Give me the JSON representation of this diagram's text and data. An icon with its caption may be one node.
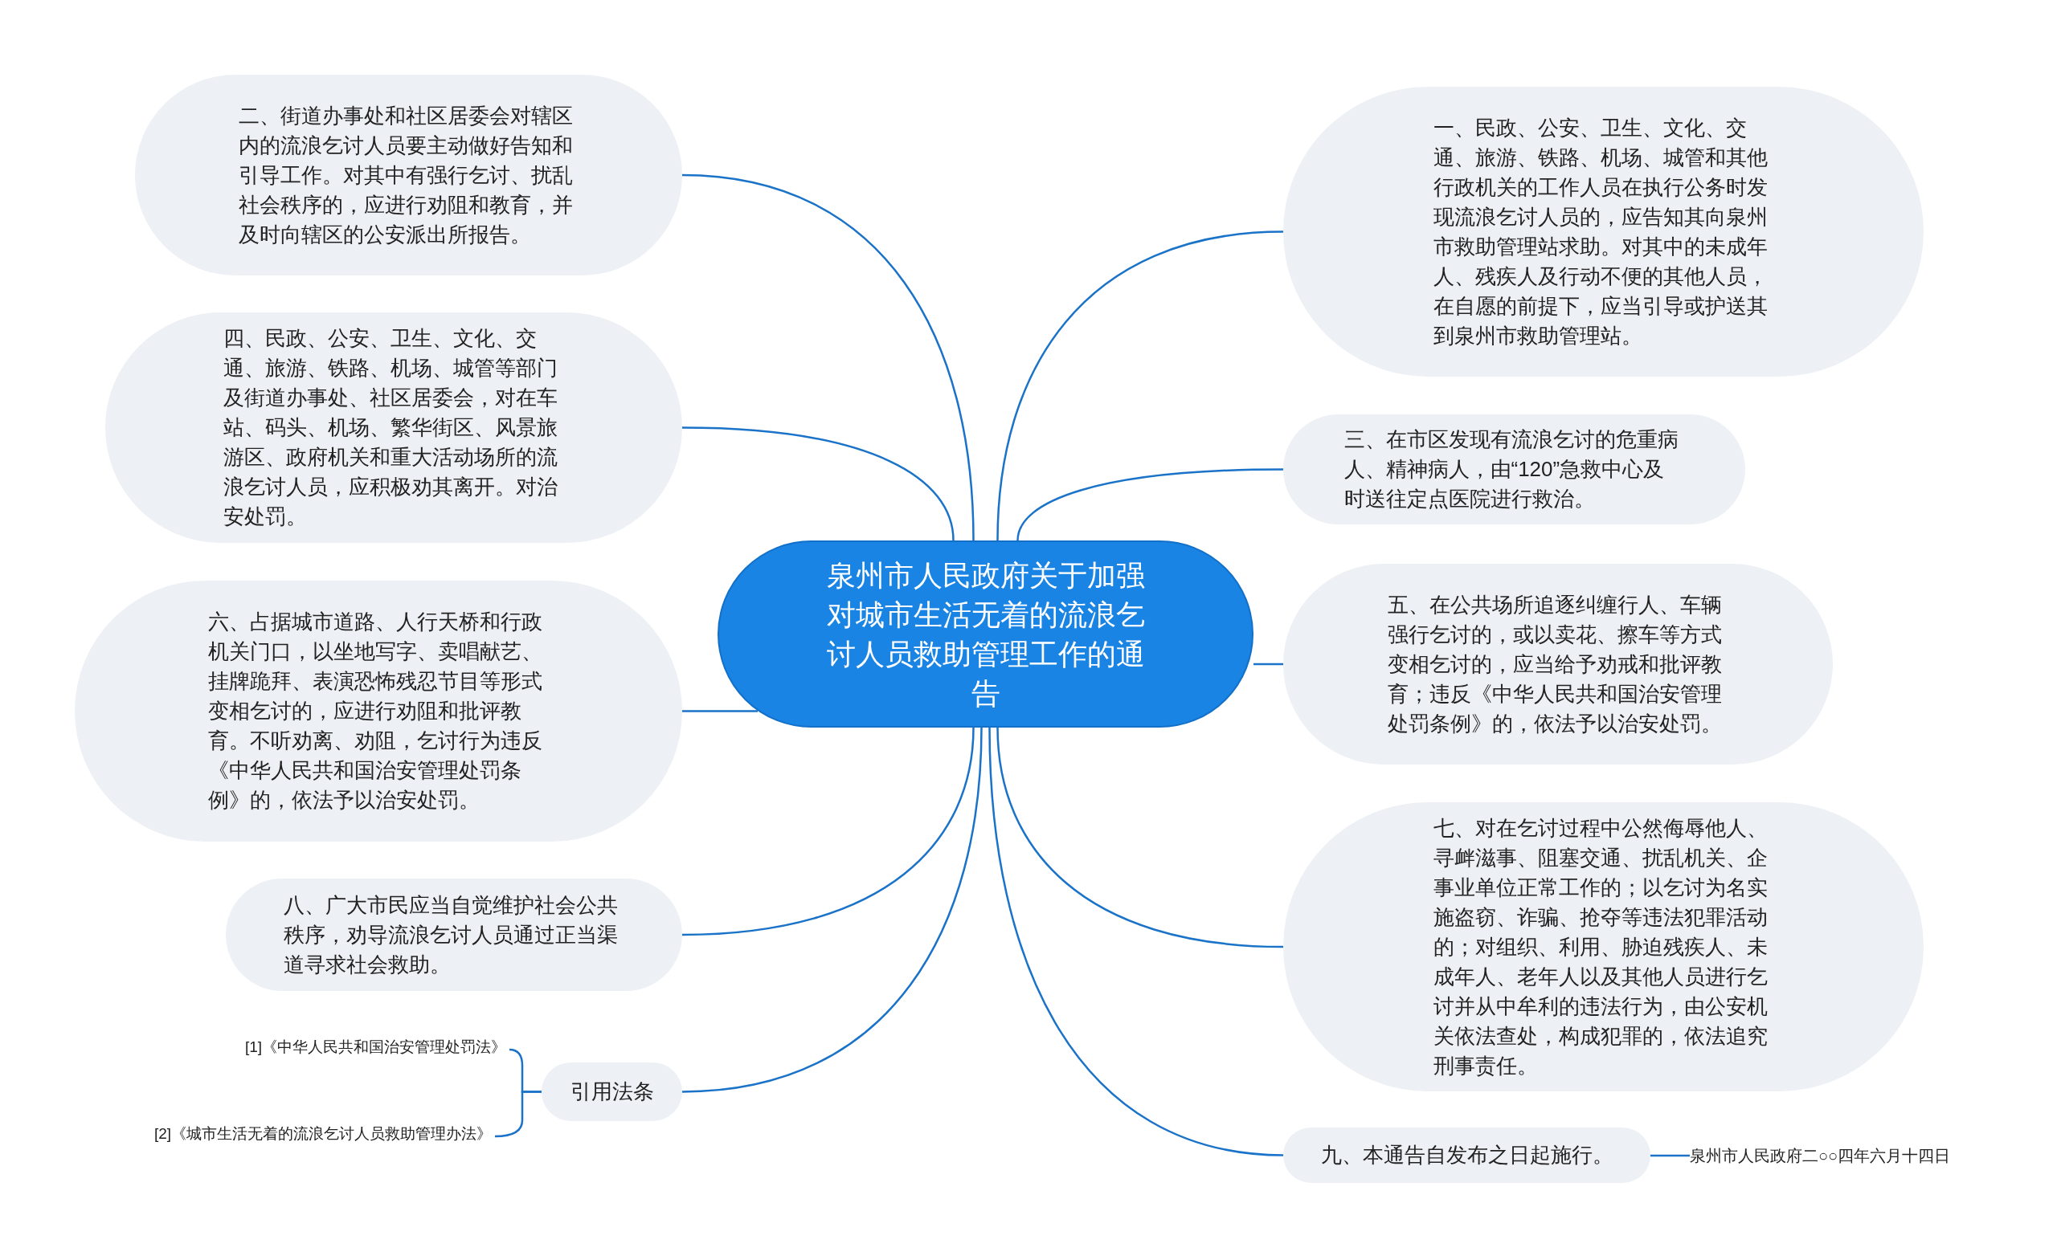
{
  "diagram": {
    "nodes": [
      {
        "text": [
          "泉州市人民政府关于加强对城市生活无着的流浪乞讨人员救助管理工作的通告"
        ]
      },
      {
        "text": [
          "二、街道办事处和社区居委会对辖区内的流浪乞讨人员要主动做好告知和引导工作。对其中有强行乞讨、扰乱社会秩序的，应进行劝阻和教育，并及时向辖区的公安派出所报告。"
        ]
      },
      {
        "text": [
          "一、民政、公安、卫生、文化、交通、旅游、铁路、机场、城管和其他行政机关的工作人员在执行公务时发现流浪乞讨人员的，应告知其向泉州市救助管理站求助。对其中的未成年人、残疾人及行动不便的其他人员，在自愿的前提下，应当引导或护送其到泉州市救助管理站。"
        ]
      },
      {
        "text": [
          "四、民政、公安、卫生、文化、交通、旅游、铁路、机场、城管等部门及街道办事处、社区居委会，对在车站、码头、机场、繁华街区、风景旅游区、政府机关和重大活动场所的流浪乞讨人员，应积极劝其离开。对治安处罚。"
        ]
      },
      {
        "text": [
          "三、在市区发现有流浪乞讨的危重病人、精神病人，由“120”急救中心及时送往定点医院进行救治。"
        ]
      },
      {
        "text": [
          "六、占据城市道路、人行天桥和行政机关门口，以坐地写字、卖唱献艺、挂牌跪拜、表演恐怖残忍节目等形式变相乞讨的，应进行劝阻和批评教育。不听劝离、劝阻，乞讨行为违反《中华人民共和国治安管理处罚条例》的，依法予以治安处罚。"
        ]
      },
      {
        "text": [
          "五、在公共场所追逐纠缠行人、车辆强行乞讨的，或以卖花、擦车等方式变相乞讨的，应当给予劝戒和批评教育；违反《中华人民共和国治安管理处罚条例》的，依法予以治安处罚。"
        ]
      },
      {
        "text": [
          "八、广大市民应当自觉维护社会公共秩序，劝导流浪乞讨人员通过正当渠道寻求社会救助。"
        ]
      },
      {
        "text": [
          "七、对在乞讨过程中公然侮辱他人、寻衅滋事、阻塞交通、扰乱机关、企事业单位正常工作的；以乞讨为名实施盗窃、诈骗、抢夺等违法犯罪活动的；对组织、利用、胁迫残疾人、未成年人、老年人以及其他人员进行乞讨并从中牟利的违法行为，由公安机关依法查处，构成犯罪的，依法追究刑事责任。"
        ]
      },
      {
        "text": [
          "引用法条"
        ]
      },
      {
        "text": [
          "[1]《中华人民共和国治安管理处罚法》"
        ]
      },
      {
        "text": [
          "[2]《城市生活无着的流浪乞讨人员救助管理办法》"
        ]
      },
      {
        "text": [
          "九、本通告自发布之日起施行。"
        ]
      },
      {
        "text": [
          "泉州市人民政府二○○四年六月十四日"
        ]
      }
    ],
    "edges": [
      {
        "from": 0,
        "to": 1,
        "arrow": "none"
      },
      {
        "from": 0,
        "to": 2,
        "arrow": "none"
      },
      {
        "from": 0,
        "to": 3,
        "arrow": "none"
      },
      {
        "from": 0,
        "to": 4,
        "arrow": "none"
      },
      {
        "from": 0,
        "to": 5,
        "arrow": "none"
      },
      {
        "from": 0,
        "to": 6,
        "arrow": "none"
      },
      {
        "from": 0,
        "to": 7,
        "arrow": "none"
      },
      {
        "from": 0,
        "to": 8,
        "arrow": "none"
      },
      {
        "from": 0,
        "to": 9,
        "arrow": "none"
      },
      {
        "from": 9,
        "to": 10,
        "arrow": "none"
      },
      {
        "from": 9,
        "to": 11,
        "arrow": "none"
      },
      {
        "from": 0,
        "to": 12,
        "arrow": "none"
      },
      {
        "from": 12,
        "to": 13,
        "arrow": "none"
      }
    ]
  }
}
